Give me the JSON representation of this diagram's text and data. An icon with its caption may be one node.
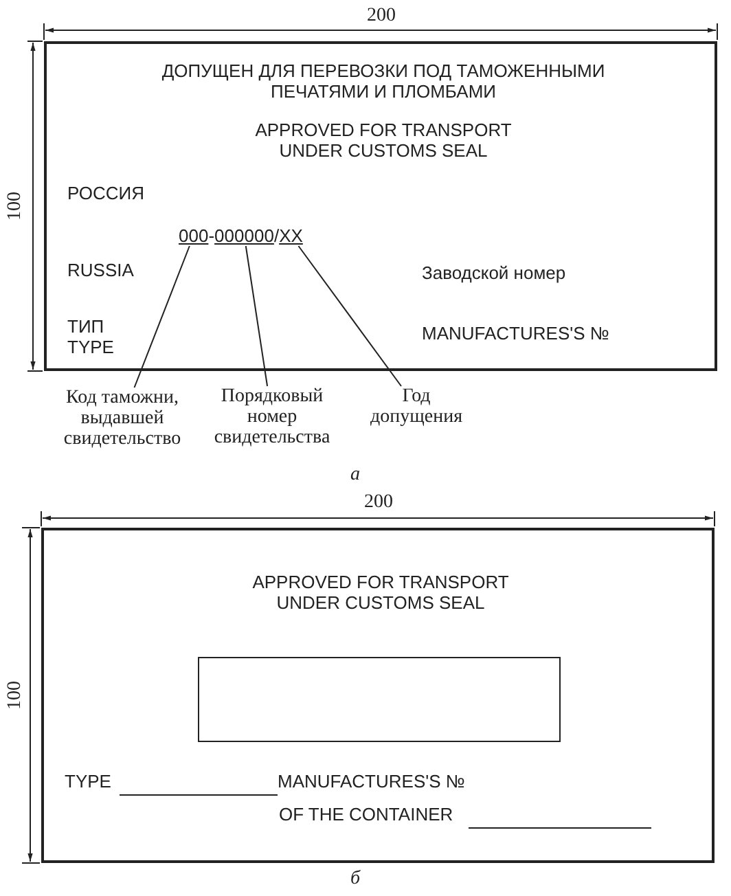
{
  "diagram": {
    "nodes": [
      {
        "text": [
          "ДОПУЩЕН ДЛЯ ПЕРЕВОЗКИ ПОД ТАМОЖЕННЫМИ ПЕЧАТЯМИ И ПЛОМБАМИ",
          "APPROVED FOR TRANSPORT UNDER CUSTOMS SEAL",
          "РОССИЯ",
          "RUSSIA",
          "ТИП TYPE",
          "Заводской номер",
          "MANUFACTURES'S №"
        ]
      },
      {
        "text": [
          "000"
        ],
        "in": 0
      },
      {
        "text": [
          "000000"
        ],
        "in": 0
      },
      {
        "text": [
          "XX"
        ],
        "in": 0
      },
      {
        "text": [
          "Код таможни, выдавшей свидетельство"
        ]
      },
      {
        "text": [
          "Порядковый номер свидетельства"
        ]
      },
      {
        "text": [
          "Год допущения"
        ]
      },
      {
        "text": [
          "APPROVED FOR TRANSPORT UNDER CUSTOMS SEAL",
          "TYPE",
          "MANUFACTURES'S №",
          "OF THE CONTAINER"
        ]
      },
      {
        "text": [],
        "shape": "box",
        "in": 7
      }
    ],
    "edges": [
      {
        "from": 4,
        "to": 1,
        "arrow": "none"
      },
      {
        "from": 5,
        "to": 2,
        "arrow": "none"
      },
      {
        "from": 6,
        "to": 3,
        "arrow": "none"
      }
    ],
    "labels": [
      "200",
      "100",
      "-",
      "/",
      "а",
      "200",
      "100",
      "б"
    ]
  }
}
